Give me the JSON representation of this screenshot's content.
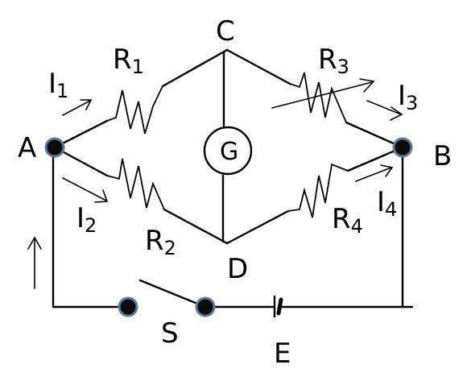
{
  "labels": {
    "A": "A",
    "B": "B",
    "C": "C",
    "D": "D",
    "G": "G",
    "S": "S",
    "E": "E",
    "R1": {
      "main": "R",
      "sub": "1"
    },
    "R2": {
      "main": "R",
      "sub": "2"
    },
    "R3": {
      "main": "R",
      "sub": "3"
    },
    "R4": {
      "main": "R",
      "sub": "4"
    },
    "I1": {
      "main": "I",
      "sub": "1"
    },
    "I2": {
      "main": "I",
      "sub": "2"
    },
    "I3": {
      "main": "I",
      "sub": "3"
    },
    "I4": {
      "main": "I",
      "sub": "4"
    }
  },
  "colors": {
    "wire": "#000000",
    "node_fill": "#0b0b0b",
    "node_ring": "#5a7a9a"
  }
}
